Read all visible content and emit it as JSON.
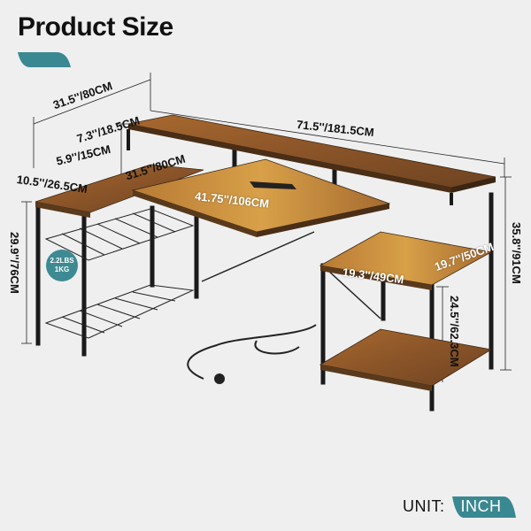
{
  "header": {
    "title": "Product Size",
    "accent_color": "#3a8891"
  },
  "product": {
    "name": "L-shaped desk with monitor shelf, storage shelves, power outlet and wire baskets",
    "wood_color": "#8a5a2e",
    "frame_color": "#1a1a1a"
  },
  "dimensions": {
    "side_depth": "31.5''/80CM",
    "monitor_shelf_depth": "7.3''/18.5CM",
    "monitor_shelf_height": "5.9''/15CM",
    "side_width": "10.5''/26.5CM",
    "return_length": "31.5''/80CM",
    "total_length": "71.5''/181.5CM",
    "desk_width": "41.75''/106CM",
    "desk_height": "29.9''/76CM",
    "shelf_depth": "19.7''/50CM",
    "shelf_width": "19.3''/49CM",
    "shelf_height": "24.5''/62.3CM",
    "total_height": "35.8''/91CM"
  },
  "badge": {
    "line1": "2.2LBS",
    "line2": "1KG"
  },
  "footer": {
    "unit_label": "UNIT:",
    "unit_value": "INCH"
  }
}
